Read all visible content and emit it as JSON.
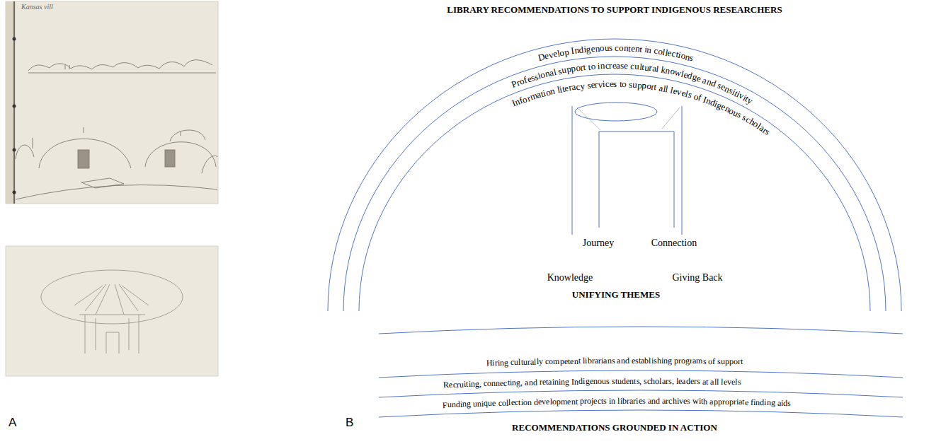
{
  "diagram": {
    "title": "LIBRARY RECOMMENDATIONS TO SUPPORT INDIGENOUS RESEARCHERS",
    "labels": [
      "A",
      "Kansas vill",
      "B",
      "Develop Indigenous content in collections",
      "Professional support to increase cultural knowledge and sensitivity",
      "Information literacy services to support all levels of Indigenous scholars",
      "Journey",
      "Connection",
      "Knowledge",
      "Giving Back",
      "UNIFYING THEMES",
      "Hiring culturally competent librarians and establishing programs of support",
      "Recruiting, connecting, and retaining Indigenous students, scholars, leaders at all levels",
      "Funding unique collection development projects in libraries and archives with appropriate finding aids",
      "RECOMMENDATIONS GROUNDED IN ACTION"
    ]
  }
}
